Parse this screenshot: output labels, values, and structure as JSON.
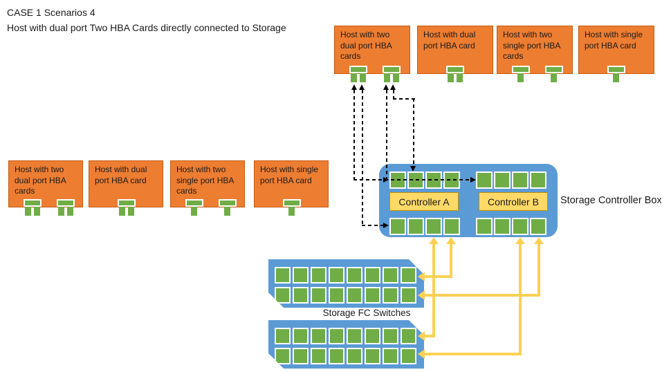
{
  "title": {
    "line1": "CASE 1 Scenarios 4",
    "line2": "Host with dual port Two HBA Cards directly connected to Storage"
  },
  "hosts": {
    "top_row": [
      {
        "label": "Host with two dual port HBA cards",
        "hbas": [
          2,
          2
        ]
      },
      {
        "label": "Host with  dual port HBA card",
        "hbas": [
          2
        ]
      },
      {
        "label": "Host with two single port HBA cards",
        "hbas": [
          1,
          1
        ]
      },
      {
        "label": "Host with single port HBA card",
        "hbas": [
          1
        ]
      }
    ],
    "left_row": [
      {
        "label": "Host with two dual port HBA cards",
        "hbas": [
          2,
          2
        ]
      },
      {
        "label": "Host with  dual port HBA card",
        "hbas": [
          2
        ]
      },
      {
        "label": "Host with two single port HBA cards",
        "hbas": [
          1,
          1
        ]
      },
      {
        "label": "Host with single port HBA card",
        "hbas": [
          1
        ]
      }
    ]
  },
  "storage_controller": {
    "box_label": "Storage Controller Box",
    "controller_a_label": "Controller A",
    "controller_b_label": "Controller B",
    "ports_per_group": 4,
    "port_rows": 2
  },
  "fc_switches": {
    "label": "Storage FC Switches",
    "switch_count": 2,
    "rows_per_switch": 2,
    "ports_per_row": 8
  },
  "connections": {
    "dashed_host_to_controller": [
      "Host1 HBA1 port1 -> Controller A top port1 and across to Controller B top port1",
      "Host1 HBA1 port2 -> Controller A bottom port1",
      "Host1 HBA2 port1 -> Controller A top port1 (entering from top)",
      "Host1 HBA2 port2 -> Controller A top port2 (entering from top)"
    ],
    "yellow_controller_to_switch": [
      "Controller A bottom port3 <-> Switch2 row1",
      "Controller A bottom port4 <-> Switch1 row1",
      "Controller B bottom port3 <-> Switch2 row2",
      "Controller B bottom port4 <-> Switch1 row2"
    ]
  },
  "colors": {
    "host_fill": "#ED7D31",
    "host_border": "#C55A11",
    "port_green": "#70AD47",
    "box_blue": "#5B9BD5",
    "label_fill": "#FFD966",
    "label_border": "#BF9000",
    "yellow_line": "#FBD155",
    "dash": "#000000",
    "text": "#1a1a1a"
  }
}
